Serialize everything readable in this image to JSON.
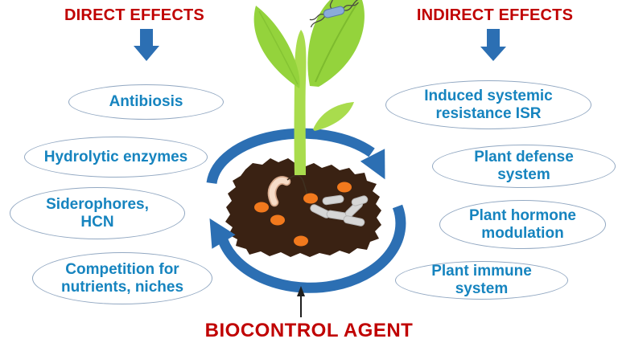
{
  "title": "Biocontrol agent direct and indirect effects diagram",
  "direct": {
    "heading": "DIRECT EFFECTS",
    "items": [
      "Antibiosis",
      "Hydrolytic enzymes",
      "Siderophores,\nHCN",
      "Competition for\nnutrients, niches"
    ]
  },
  "indirect": {
    "heading": "INDIRECT EFFECTS",
    "items": [
      "Induced systemic\nresistance ISR",
      "Plant defense\nsystem",
      "Plant hormone\nmodulation",
      "Plant immune\nsystem"
    ]
  },
  "center": {
    "caption": "BIOCONTROL AGENT"
  },
  "icons": [
    "down-arrow-icon",
    "cycle-arrows-icon",
    "seedling-icon",
    "leaf-bacterium-icon",
    "soil-icon",
    "nematode-icon",
    "soil-bacteria-icon",
    "spore-dots-icon",
    "up-pointer-arrow-icon"
  ],
  "colors": {
    "heading-red": "#c00000",
    "arrow-blue": "#2c6fb3",
    "bubble-text": "#1684bf",
    "bubble-border": "#92a8c2",
    "leaf-green": "#94d33c",
    "stem-green": "#a9dc4d",
    "soil-brown": "#3a2213",
    "spore-orange": "#f1791d",
    "microbe-grey": "#d6d6d6",
    "worm-pink": "#f6dcc8",
    "leaf-bacterium-blue": "#8aabdb",
    "pointer-black": "#1f1f1f"
  }
}
